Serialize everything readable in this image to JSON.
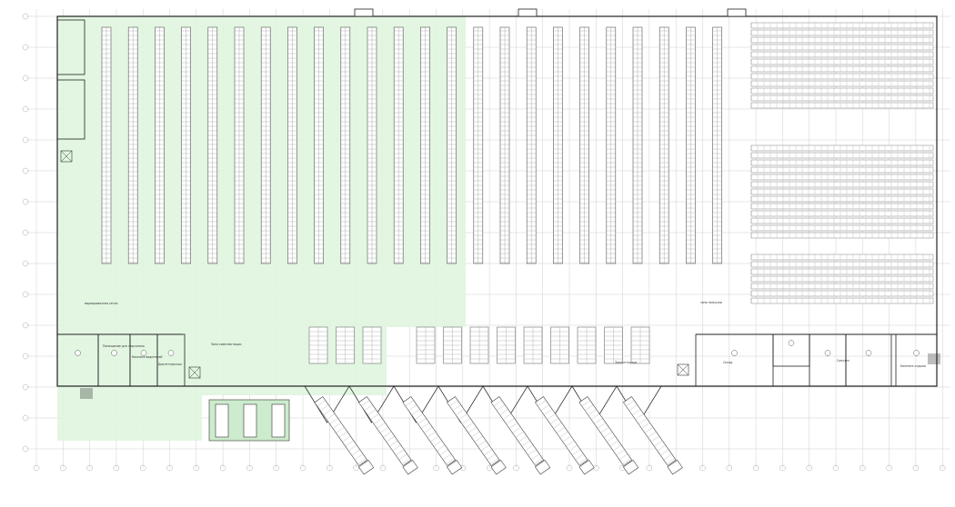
{
  "plan": {
    "zone_color": "#dff5df",
    "wall_color": "#222222",
    "grid_color": "#c8c8c8",
    "rack_color": "#555555"
  },
  "rooms": [
    {
      "label": "Помещение для персонала"
    },
    {
      "label": "Комната водителей"
    },
    {
      "label": "Диспетчерская"
    },
    {
      "label": "Зона комплектации"
    },
    {
      "label": "Зона отгрузки"
    },
    {
      "label": "Склад"
    },
    {
      "label": "Санузел"
    },
    {
      "label": "Комната отдыха"
    }
  ],
  "notes": [
    {
      "label": "маркировочная сетка"
    },
    {
      "label": "зона погрузки"
    }
  ]
}
